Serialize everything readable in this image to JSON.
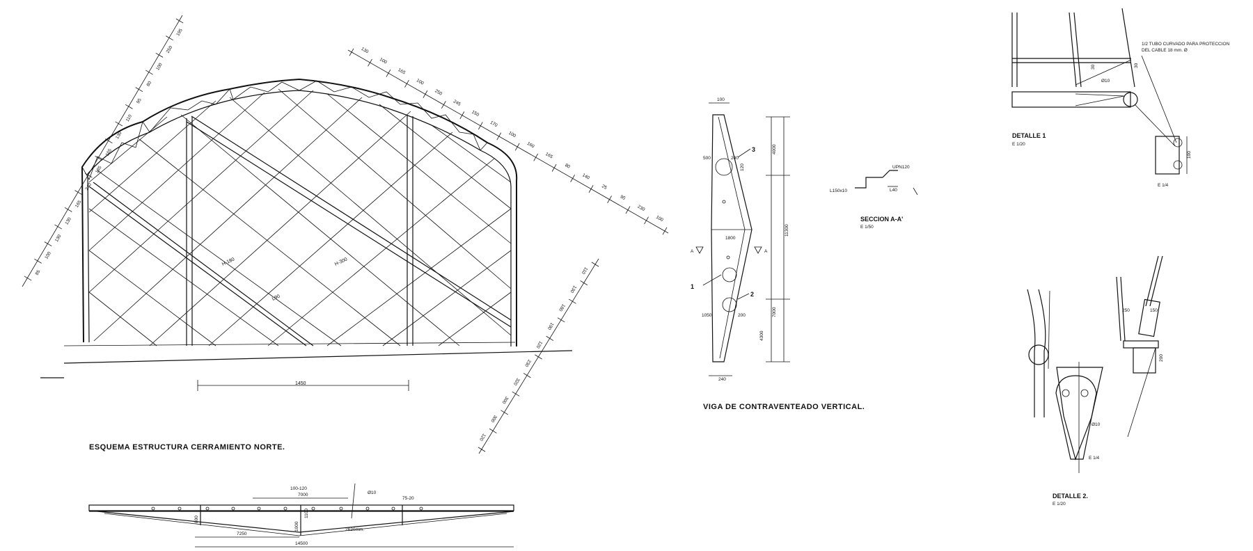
{
  "north_scheme": {
    "title": "ESQUEMA ESTRUCTURA CERRAMIENTO NORTE.",
    "span_label": "1450",
    "member_labels": [
      "H-180",
      "H-300",
      "L90"
    ],
    "left_dims": [
      "85",
      "100",
      "130",
      "130",
      "165",
      "240",
      "185",
      "165",
      "130",
      "110",
      "95",
      "80",
      "100",
      "250",
      "195"
    ],
    "top_dims": [
      "130",
      "100",
      "165",
      "100",
      "250",
      "245",
      "150",
      "170",
      "100",
      "160",
      "165",
      "80",
      "140",
      "25",
      "95",
      "230",
      "100"
    ],
    "right_dims": [
      "110",
      "130",
      "180",
      "190",
      "120",
      "230",
      "320",
      "300",
      "300",
      "120"
    ]
  },
  "bottom_beam": {
    "dims": {
      "top_range": "100-120",
      "top_span": "7000",
      "rod": "Ø10",
      "end_range": "75-20",
      "h1": "800",
      "h2": "1100",
      "h3": "1000",
      "cable": "2620mm.",
      "left_half": "7250",
      "total": "14500"
    }
  },
  "vertical_truss": {
    "title": "VIGA DE CONTRAVENTEADO VERTICAL.",
    "dims": {
      "top_width": "100",
      "d500": "500",
      "d200": "200",
      "d120": "120",
      "d4000": "4000",
      "d1800": "1800",
      "d11300": "11300",
      "d1050": "1050",
      "d200b": "200",
      "d7000": "7000",
      "d4300": "4300",
      "bottom_width": "240"
    },
    "callouts": [
      "1",
      "2",
      "3"
    ],
    "section_marks": [
      "A",
      "A"
    ]
  },
  "section_aa": {
    "title": "SECCION A-A'",
    "scale": "E 1/50",
    "labels": [
      "L150x10",
      "UPN120",
      "L40"
    ]
  },
  "detail_1": {
    "title": "DETALLE 1",
    "scale": "E 1/20",
    "note_line1": "1/2 TUBO CURVADO PARA PROTECCION",
    "note_line2": "DEL CABLE 18 mm. Ø",
    "dims": [
      "30",
      "Ø10",
      "100",
      "30"
    ],
    "sub_scale": "E 1/4"
  },
  "detail_2": {
    "title": "DETALLE 2.",
    "scale": "E 1/20",
    "dims": [
      "250",
      "150",
      "200",
      "Ø10"
    ],
    "sub_scale": "E 1/4"
  }
}
